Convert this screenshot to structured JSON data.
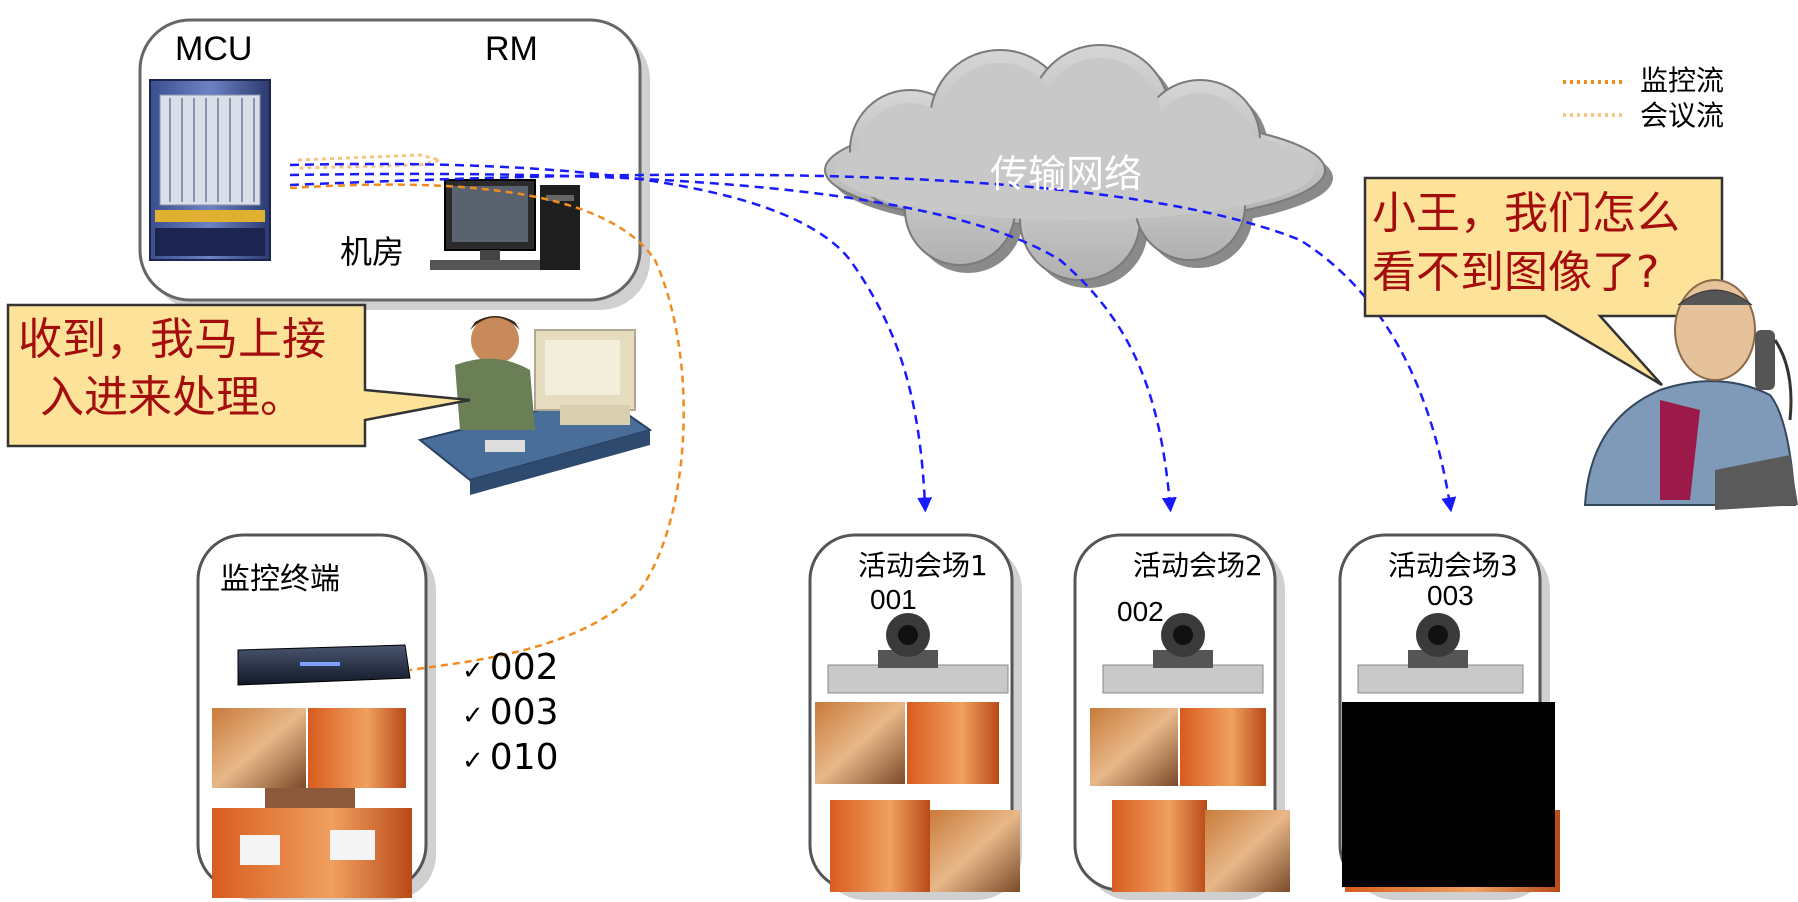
{
  "legend": {
    "items": [
      {
        "label": "监控流",
        "color": "#f08c1e"
      },
      {
        "label": "会议流",
        "color": "#f5c48a"
      }
    ]
  },
  "server_room": {
    "mcu_label": "MCU",
    "rm_label": "RM",
    "room_label": "机房"
  },
  "network": {
    "label": "传输网络"
  },
  "bubbles": {
    "operator_reply": [
      "收到，我马上接",
      "入进来处理。"
    ],
    "user_question": [
      "小王，我们怎么",
      "看不到图像了?"
    ]
  },
  "monitor_terminal": {
    "title": "监控终端",
    "checked_sites": [
      "002",
      "003",
      "010"
    ]
  },
  "venues": [
    {
      "name": "活动会场1",
      "code": "001",
      "video_status": "ok"
    },
    {
      "name": "活动会场2",
      "code": "002",
      "video_status": "ok"
    },
    {
      "name": "活动会场3",
      "code": "003",
      "video_status": "black"
    }
  ],
  "colors": {
    "monitor_flow": "#f08c1e",
    "conference_flow": "#f5c48a",
    "signal_arrows": "#1a1aff",
    "bubble_fill": "#fde39a",
    "bubble_text": "#a50d0d",
    "cloud": "#c8c8c8"
  },
  "icons": [
    "mcu-chassis-icon",
    "computer-icon",
    "operator-icon",
    "caller-icon",
    "video-terminal-icon",
    "camera-icon",
    "meeting-photo-icon",
    "cloud-icon"
  ]
}
